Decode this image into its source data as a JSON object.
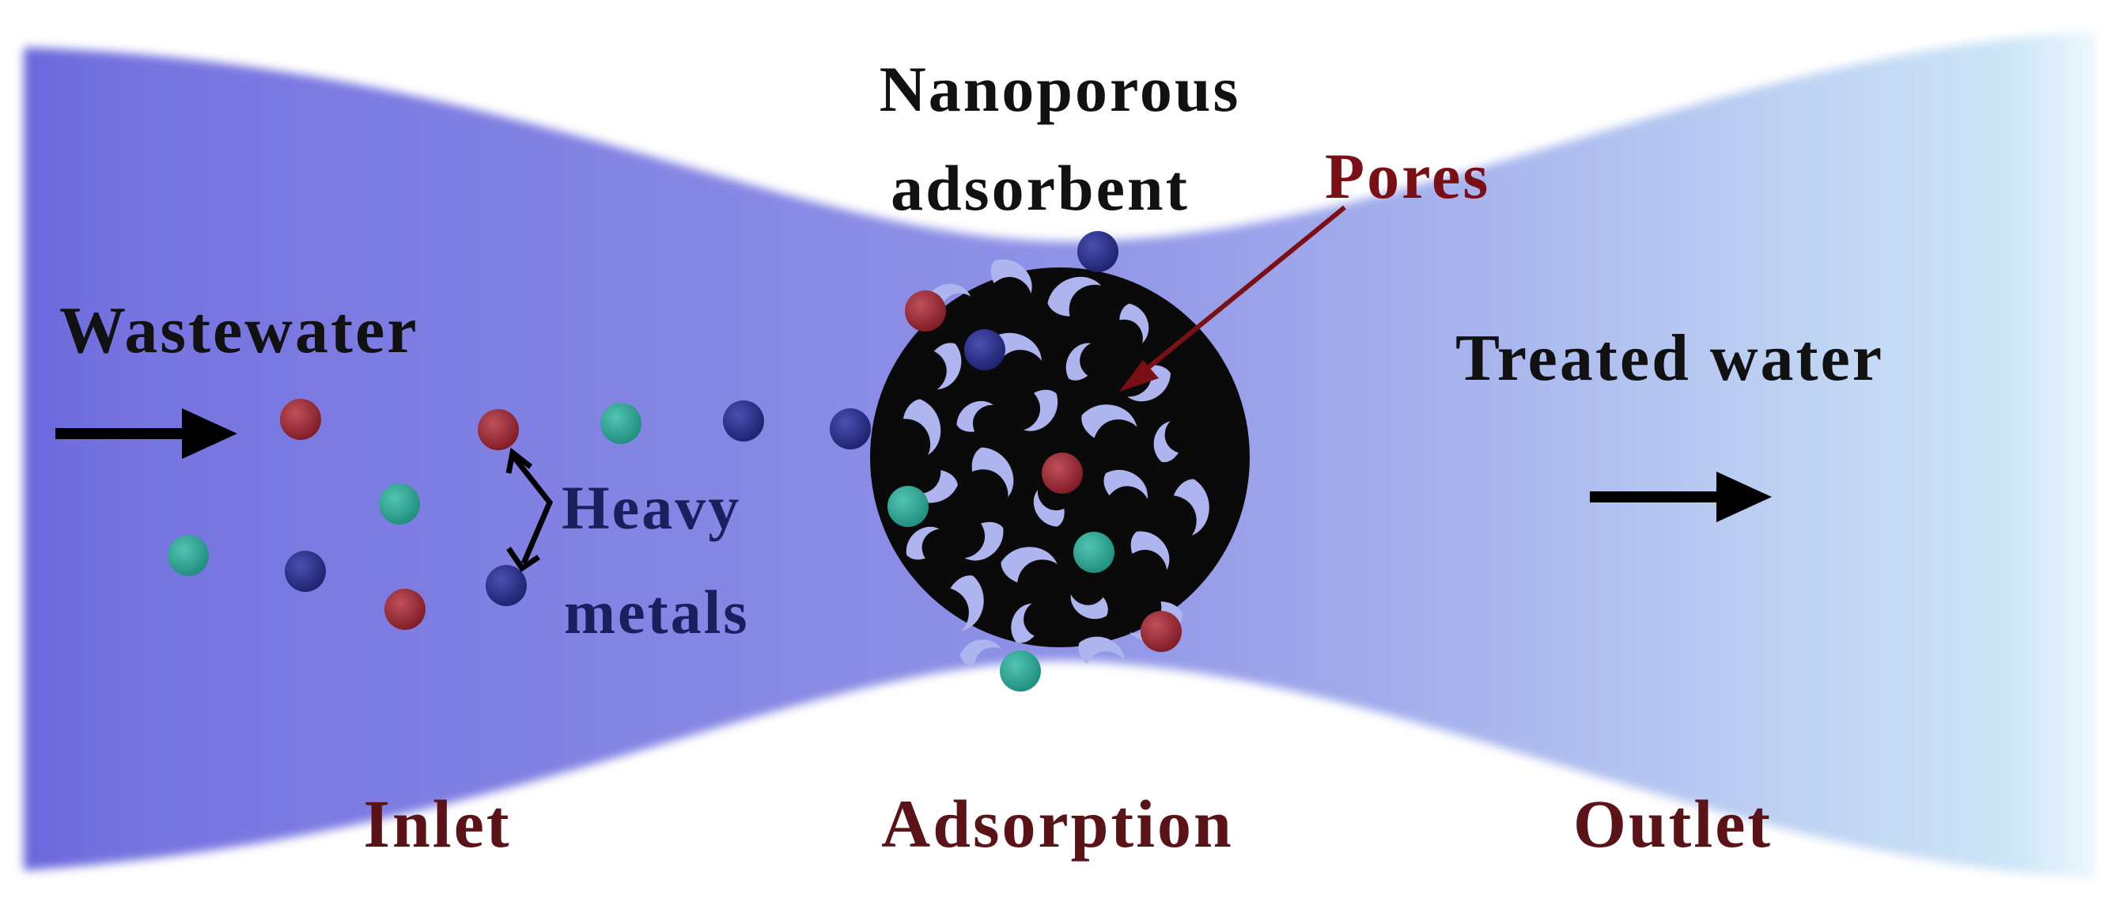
{
  "labels": {
    "wastewater": "Wastewater",
    "heavy_metals_line1": "Heavy",
    "heavy_metals_line2": "metals",
    "nanoporous_line1": "Nanoporous",
    "nanoporous_line2": "adsorbent",
    "pores": "Pores",
    "treated_water": "Treated water",
    "inlet": "Inlet",
    "adsorption": "Adsorption",
    "outlet": "Outlet"
  },
  "colors": {
    "flow_left": "#6a68dc",
    "flow_mid": "#8f92e6",
    "flow_right": "#cde6f7",
    "label_dark": "#111111",
    "label_stage": "#5a1418",
    "label_metals": "#1c1f5e",
    "pores_red": "#7a1015",
    "adsorbent": "#0a0a0a",
    "pore_fill": "#aeb4ee",
    "metal_red": "#7c1a24",
    "metal_blue": "#1c206e",
    "metal_green": "#1f8c7c"
  },
  "metal_ions": [
    "red",
    "blue",
    "green"
  ]
}
